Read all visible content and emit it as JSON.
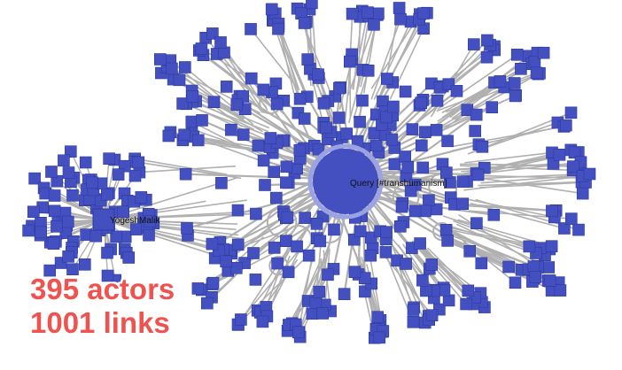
{
  "graph": {
    "query_node_label": "Query [#transhumanism]",
    "secondary_hub_label": "YogeshMalik",
    "colors": {
      "node_fill": "#4450c0",
      "node_stroke": "#2e3a9e",
      "edge": "#b0b0b0",
      "query_ring": "#9aa2e4"
    }
  },
  "stats": {
    "actors_text": "395 actors",
    "links_text": "1001 links"
  }
}
